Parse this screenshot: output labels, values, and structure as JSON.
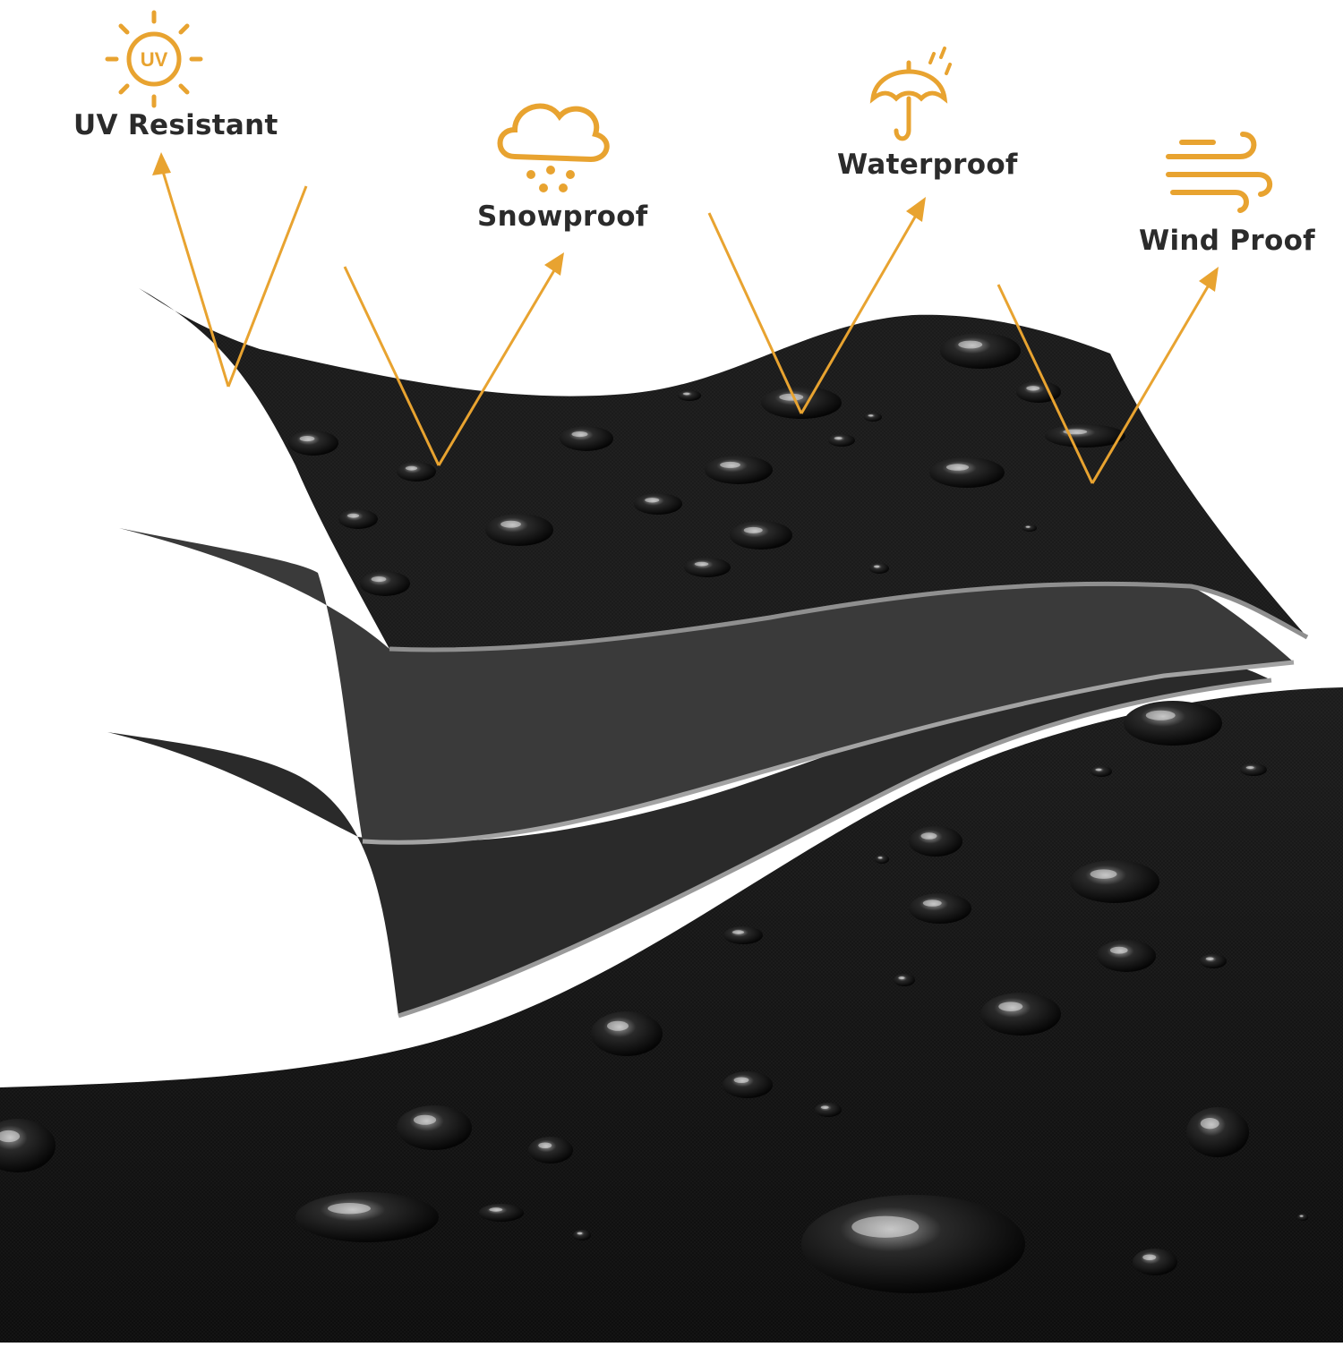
{
  "features": [
    {
      "id": "uv",
      "label": "UV Resistant",
      "icon": "uv-sun-icon"
    },
    {
      "id": "snow",
      "label": "Snowproof",
      "icon": "snow-cloud-icon"
    },
    {
      "id": "water",
      "label": "Waterproof",
      "icon": "umbrella-rain-icon"
    },
    {
      "id": "wind",
      "label": "Wind Proof",
      "icon": "wind-icon"
    }
  ],
  "icon_glyph_uv": "UV",
  "colors": {
    "accent": "#E8A330",
    "background": "#FFFFFF",
    "fabric_top": "#1b1b1b",
    "fabric_middle": "#3a3a3a",
    "fabric_bottom": "#2a2a2a",
    "fabric_edge": "#9a9a9a",
    "label_text": "#2b2b2b"
  }
}
